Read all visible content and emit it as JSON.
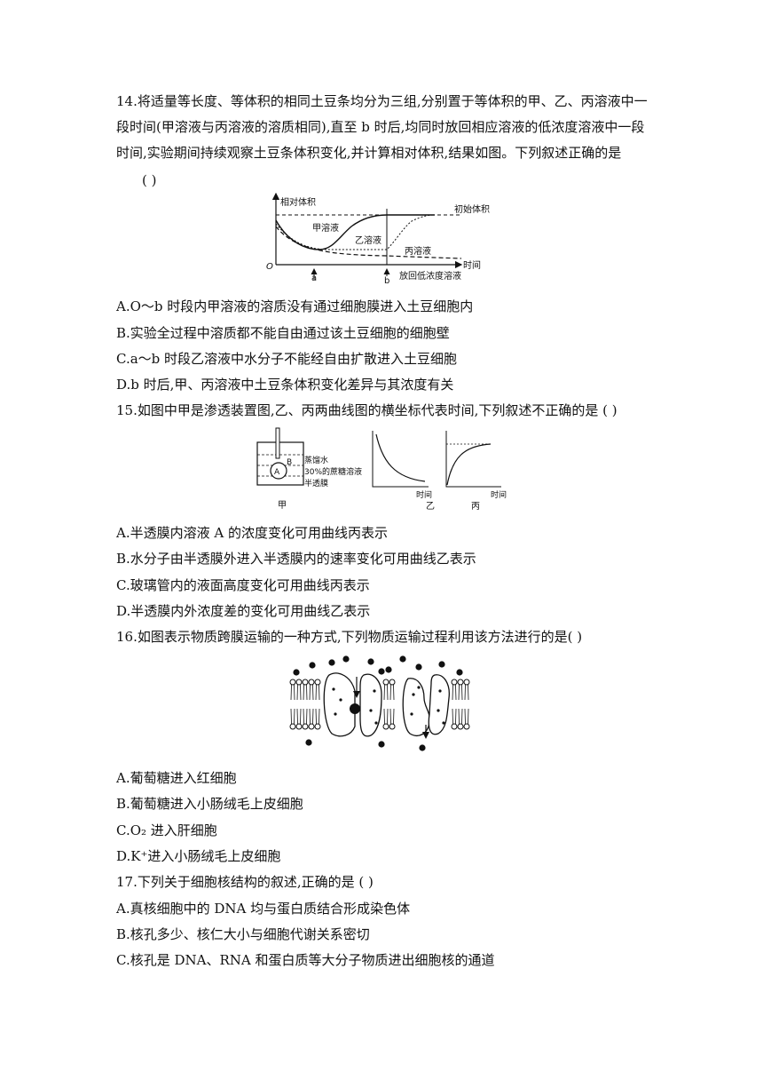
{
  "q14": {
    "stem_lines": [
      "14.将适量等长度、等体积的相同土豆条均分为三组,分别置于等体积的甲、乙、丙溶液中一",
      "段时间(甲溶液与丙溶液的溶质相同),直至 b 时后,均同时放回相应溶液的低浓度溶液中一段",
      "时间,实验期间持续观察土豆条体积变化,并计算相对体积,结果如图。下列叙述正确的是",
      "(        )"
    ],
    "figure": {
      "ylabel": "相对体积",
      "initial": "初始体积",
      "jia": "甲溶液",
      "yi": "乙溶液",
      "bing": "丙溶液",
      "xlabel": "时间",
      "origin": "O",
      "a": "a",
      "b": "b",
      "note": "放回低浓度溶液"
    },
    "options": [
      "A.O～b 时段内甲溶液的溶质没有通过细胞膜进入土豆细胞内",
      "B.实验全过程中溶质都不能自由通过该土豆细胞的细胞壁",
      "C.a～b 时段乙溶液中水分子不能经自由扩散进入土豆细胞",
      "D.b 时后,甲、丙溶液中土豆条体积变化差异与其浓度有关"
    ]
  },
  "q15": {
    "stem": "15.如图中甲是渗透装置图,乙、丙两曲线图的横坐标代表时间,下列叙述不正确的是 (        )",
    "figure": {
      "water": "蒸馏水",
      "sucrose": "30%的蔗糖溶液",
      "membrane": "半透膜",
      "A": "A",
      "B": "B",
      "jia": "甲",
      "yi": "乙",
      "bing": "丙",
      "time1": "时间",
      "time2": "时间"
    },
    "options": [
      "A.半透膜内溶液 A 的浓度变化可用曲线丙表示",
      "B.水分子由半透膜外进入半透膜内的速率变化可用曲线乙表示",
      "C.玻璃管内的液面高度变化可用曲线丙表示",
      "D.半透膜内外浓度差的变化可用曲线乙表示"
    ]
  },
  "q16": {
    "stem": "16.如图表示物质跨膜运输的一种方式,下列物质运输过程利用该方法进行的是(        )",
    "options": [
      "A.葡萄糖进入红细胞",
      "B.葡萄糖进入小肠绒毛上皮细胞",
      "C.O₂ 进入肝细胞",
      "D.K⁺进入小肠绒毛上皮细胞"
    ]
  },
  "q17": {
    "stem": "17.下列关于细胞核结构的叙述,正确的是  (        )",
    "options": [
      "A.真核细胞中的 DNA 均与蛋白质结合形成染色体",
      "B.核孔多少、核仁大小与细胞代谢关系密切",
      "C.核孔是 DNA、RNA 和蛋白质等大分子物质进出细胞核的通道"
    ]
  }
}
